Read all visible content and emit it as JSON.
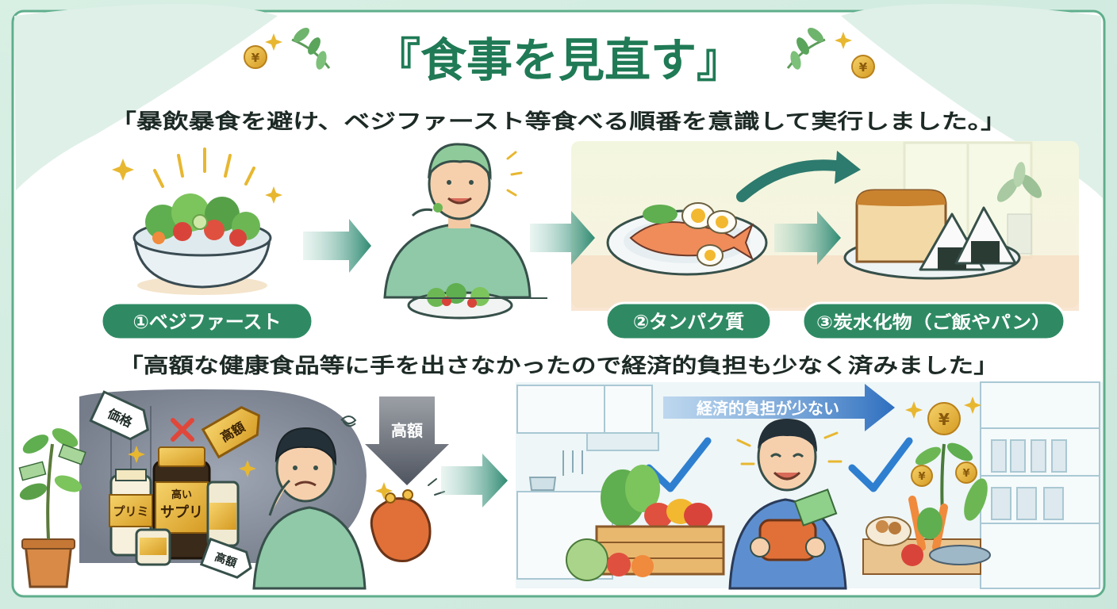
{
  "header": {
    "title": "『食事を見直す』",
    "subtitle": "「暴飲暴食を避け、ベジファースト等食べる順番を意識して実行しました。」"
  },
  "steps": [
    {
      "label": "①ベジファースト"
    },
    {
      "label": "②タンパク質"
    },
    {
      "label": "③炭水化物（ご飯やパン）"
    }
  ],
  "section2": {
    "caption": "「高額な健康食品等に手を出さなかったので経済的負担も少なく済みました」",
    "expensive_arrow_label": "高額",
    "benefit_banner": "経済的負担が少ない",
    "tags": {
      "price_tag": "価格",
      "high_tag": "高額",
      "bottom_tag": "高額"
    },
    "bottles": {
      "main_label_top": "高い",
      "main_label": "サプリ",
      "small_label": "プリミ"
    }
  },
  "colors": {
    "accent_green": "#2f8a63",
    "dark_teal": "#2d7a6e",
    "title_green": "#1f7a55",
    "pill_green": "#2f8a63",
    "pill_text": "#ffffff",
    "banner_blue": "#3b7fc4",
    "check_blue": "#2f7fd0",
    "frame_border": "#5fae8c"
  },
  "icons": [
    "laurel-leaf-icon",
    "yen-coin-icon",
    "sparkle-icon",
    "salad-bowl-icon",
    "right-arrow-icon",
    "fish-plate-icon",
    "bread-onigiri-icon",
    "supplement-bottle-icon",
    "cross-icon",
    "down-arrow-icon",
    "wallet-icon",
    "checkmark-icon",
    "yen-plant-icon"
  ]
}
